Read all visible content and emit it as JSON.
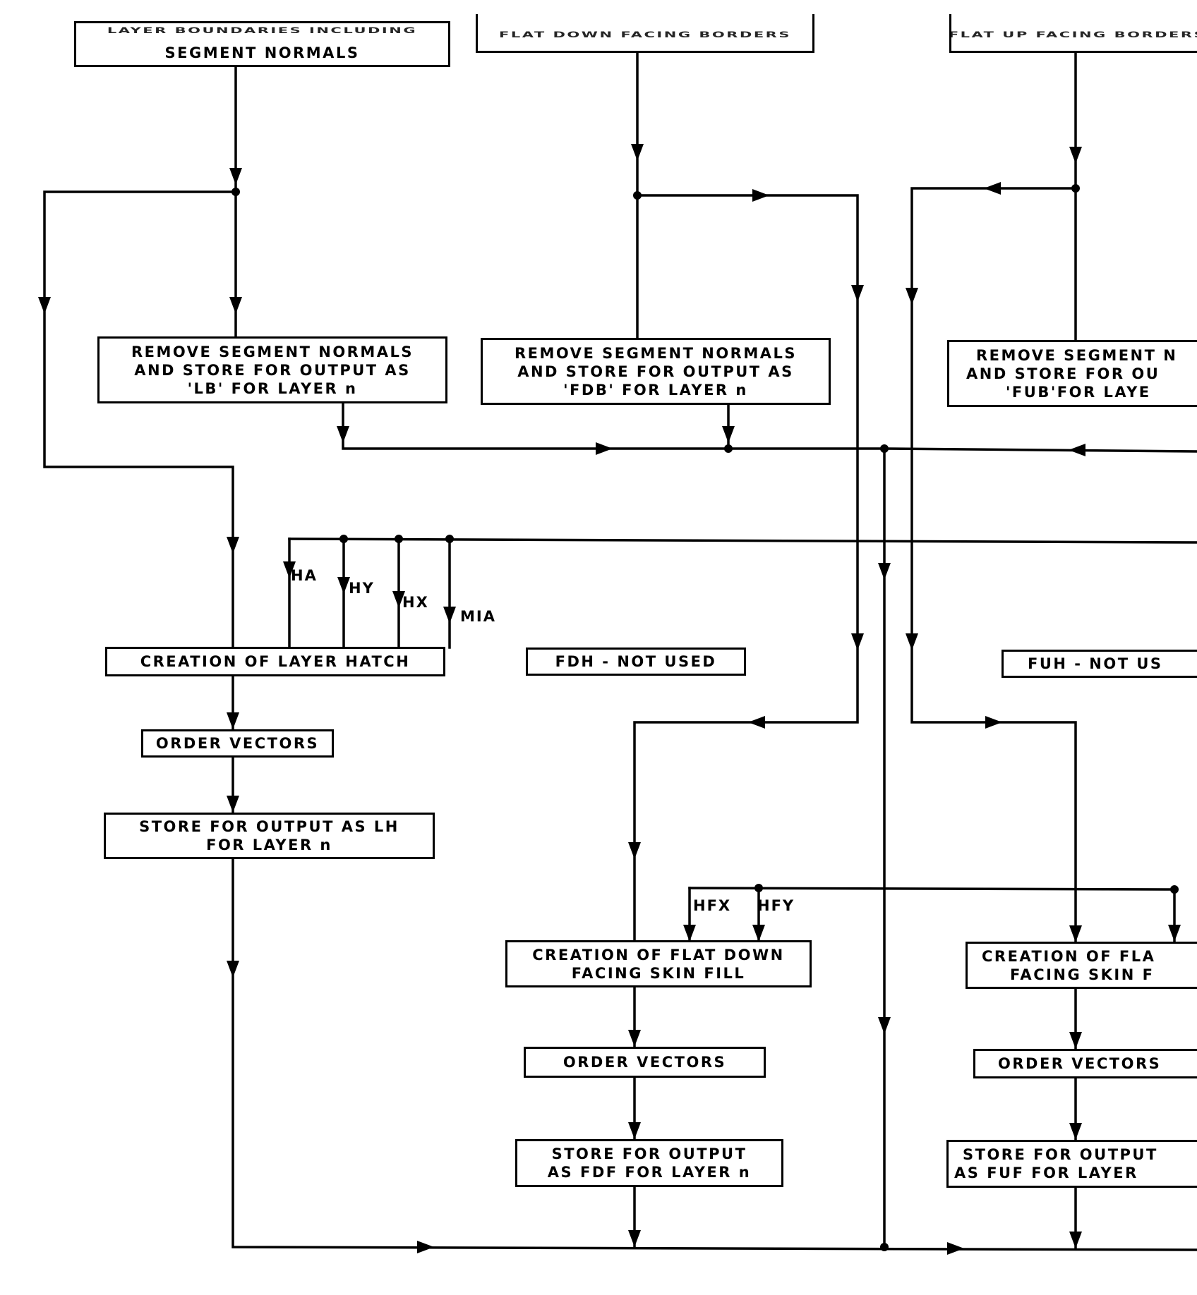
{
  "diagram": {
    "top_boxes": [
      {
        "id": "layer-boundaries",
        "lines": [
          "LAYER BOUNDARIES INCLUDING",
          "SEGMENT NORMALS"
        ]
      },
      {
        "id": "flat-down-facing-borders",
        "lines": [
          "FLAT DOWN FACING BORDERS"
        ]
      },
      {
        "id": "flat-up-facing-borders",
        "lines": [
          "FLAT UP FACING BORDERS"
        ]
      }
    ],
    "remove_boxes": [
      {
        "id": "remove-lb",
        "lines": [
          "REMOVE SEGMENT NORMALS",
          "AND STORE FOR OUTPUT AS",
          "'LB' FOR LAYER n"
        ]
      },
      {
        "id": "remove-fdb",
        "lines": [
          "REMOVE SEGMENT NORMALS",
          "AND STORE FOR OUTPUT AS",
          "'FDB' FOR LAYER n"
        ]
      },
      {
        "id": "remove-fub",
        "lines": [
          "REMOVE SEGMENT N",
          "AND STORE FOR OU",
          "'FUB'FOR LAYE"
        ]
      }
    ],
    "hatch_labels": [
      "HA",
      "HY",
      "HX",
      "MIA"
    ],
    "layer_hatch_box": "CREATION OF LAYER HATCH",
    "fdh_box": "FDH - NOT USED",
    "fuh_box": "FUH - NOT US",
    "order_vectors_lh": "ORDER VECTORS",
    "store_lh": [
      "STORE FOR OUTPUT AS LH",
      "FOR LAYER n"
    ],
    "fill_labels": [
      "HFX",
      "HFY"
    ],
    "flat_down_fill": [
      "CREATION OF FLAT DOWN",
      "FACING SKIN FILL"
    ],
    "flat_up_fill": [
      "CREATION OF FLA",
      "FACING SKIN F"
    ],
    "order_vectors_fdf": "ORDER VECTORS",
    "order_vectors_fuf": "ORDER VECTORS",
    "store_fdf": [
      "STORE FOR OUTPUT",
      "AS FDF FOR LAYER n"
    ],
    "store_fuf": [
      "STORE FOR OUTPUT",
      "AS FUF FOR LAYER"
    ]
  }
}
